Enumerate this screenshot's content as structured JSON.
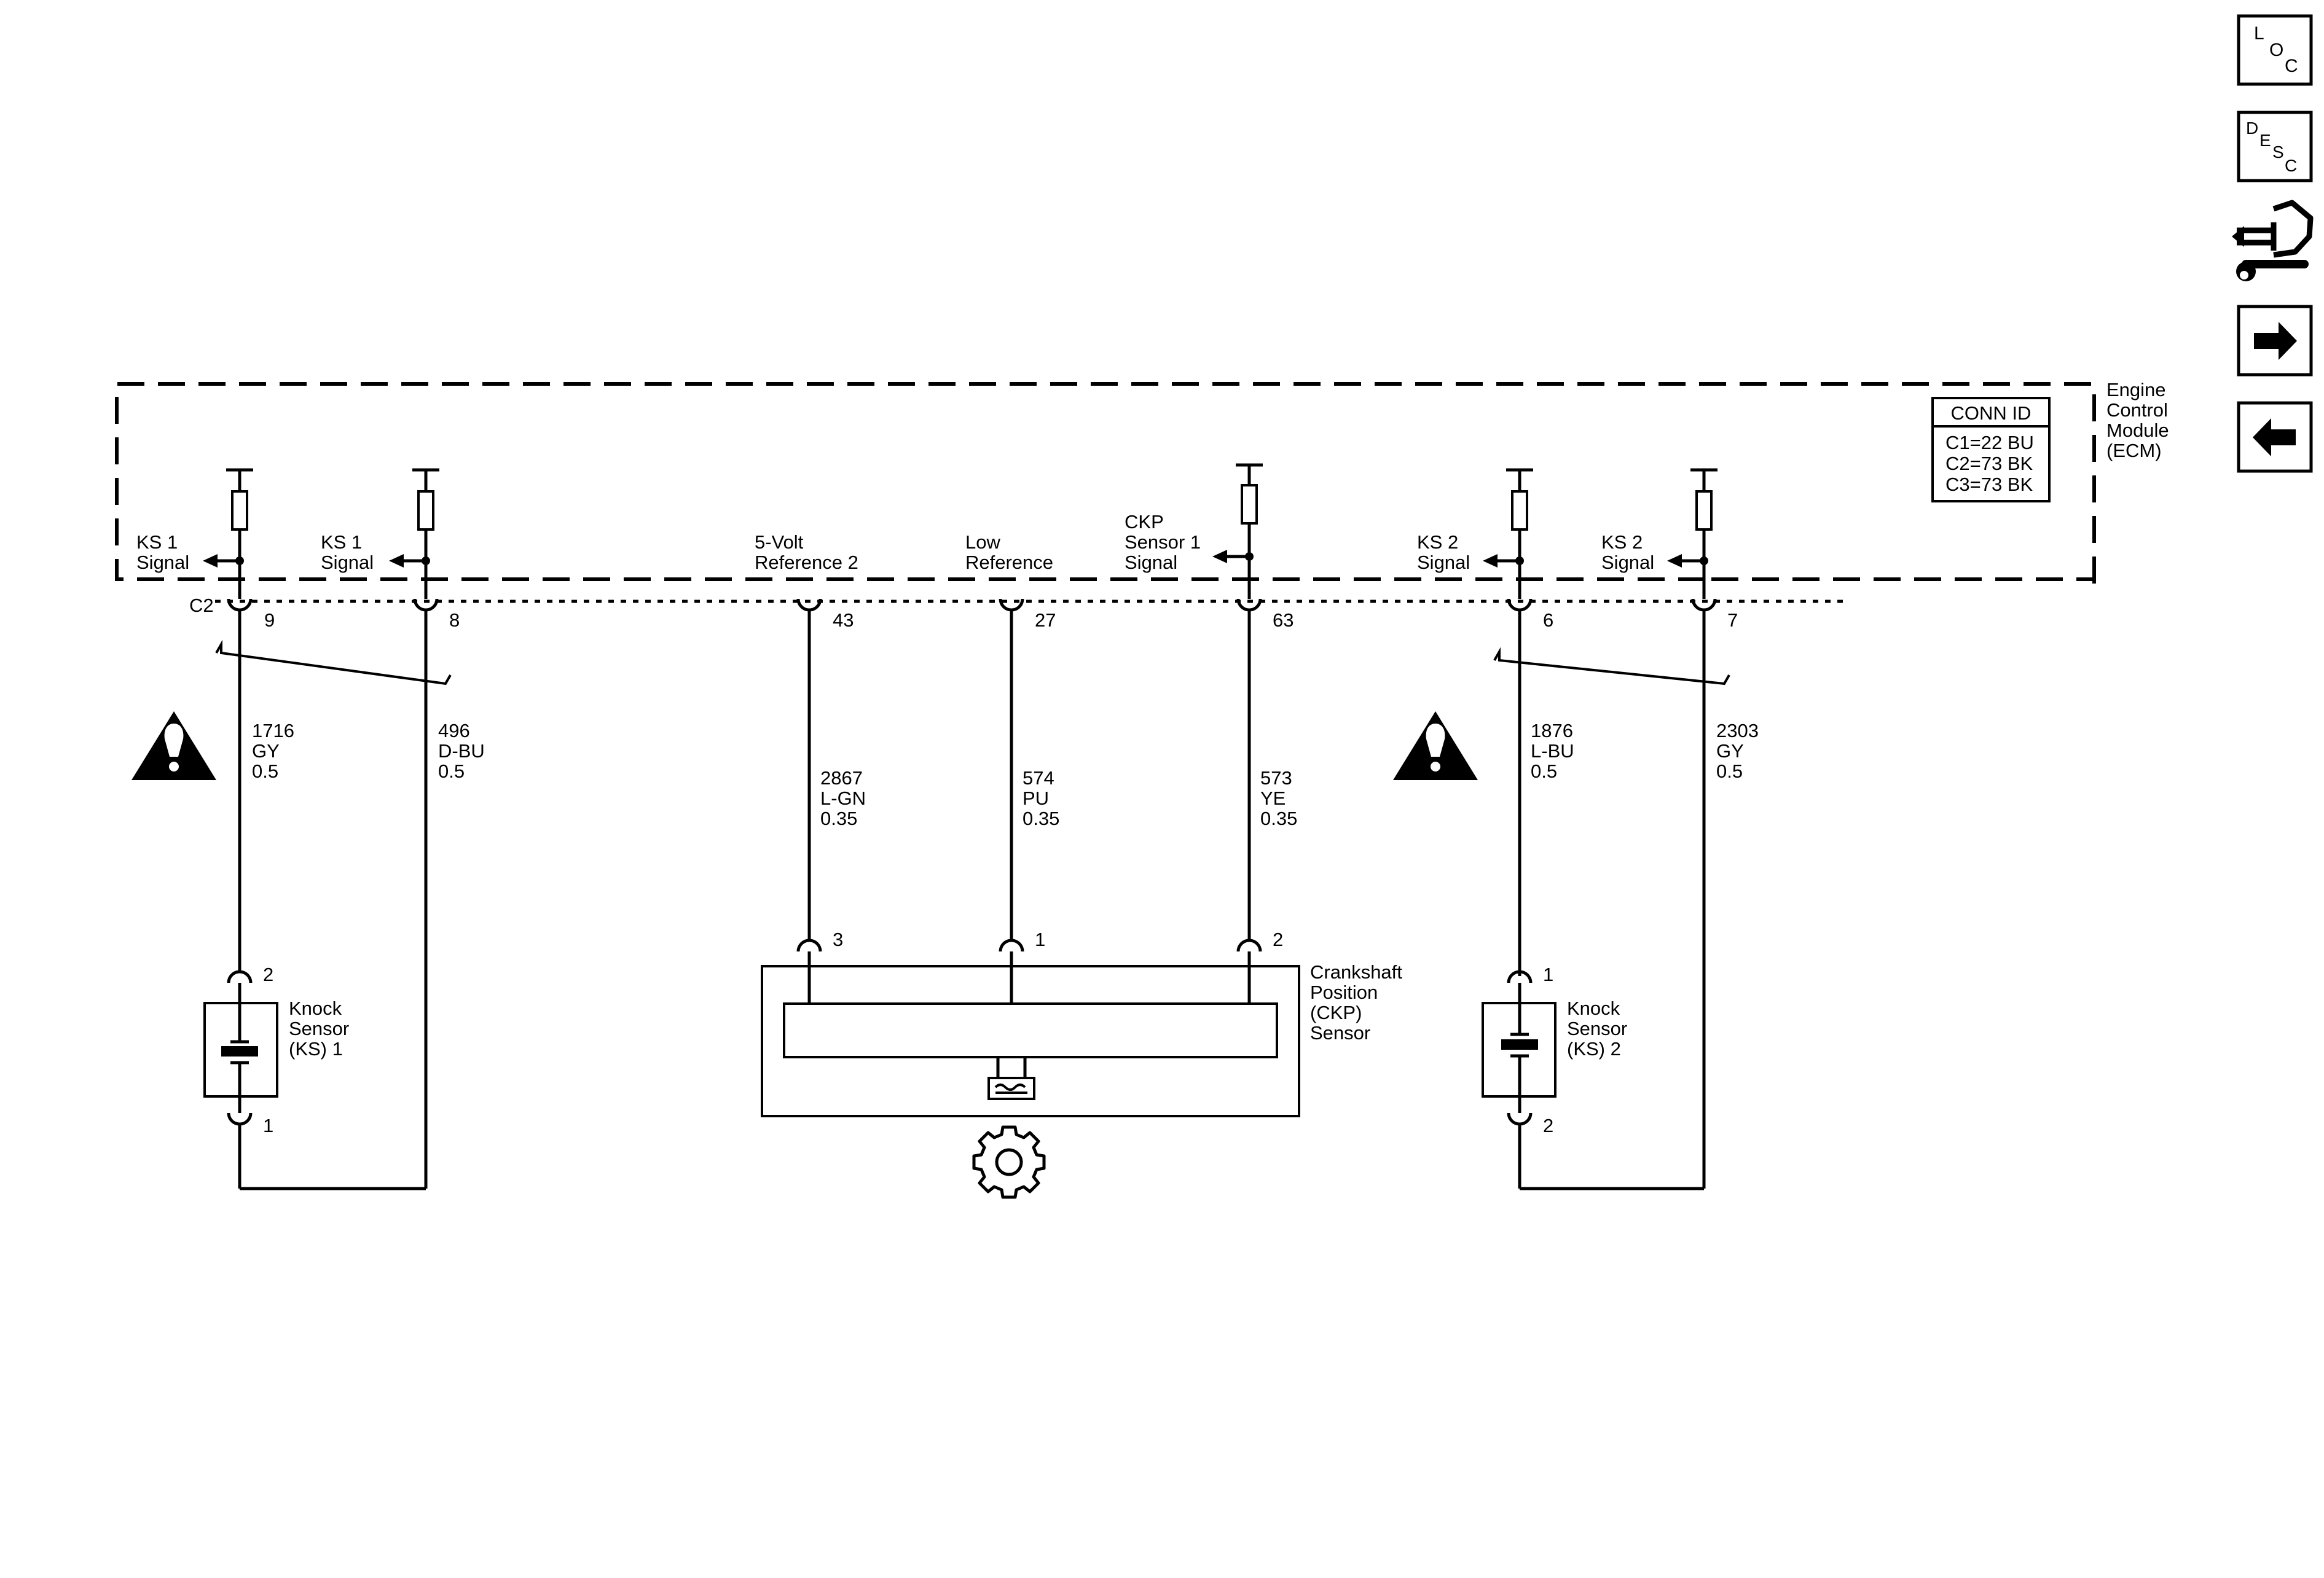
{
  "module": {
    "name_lines": [
      "Engine",
      "Control",
      "Module",
      "(ECM)"
    ],
    "conn_id": {
      "title": "CONN ID",
      "rows": [
        "C1=22 BU",
        "C2=73 BK",
        "C3=73 BK"
      ]
    },
    "connector": "C2"
  },
  "circuits": [
    {
      "signal": [
        "KS 1",
        "Signal"
      ],
      "pin": "9",
      "wire": [
        "1716",
        "GY",
        "0.5"
      ],
      "device_pin": "2"
    },
    {
      "signal": [
        "KS 1",
        "Signal"
      ],
      "pin": "8",
      "wire": [
        "496",
        "D-BU",
        "0.5"
      ]
    },
    {
      "signal": [
        "5-Volt",
        "Reference 2"
      ],
      "pin": "43",
      "wire": [
        "2867",
        "L-GN",
        "0.35"
      ],
      "device_pin": "3"
    },
    {
      "signal": [
        "Low",
        "Reference"
      ],
      "pin": "27",
      "wire": [
        "574",
        "PU",
        "0.35"
      ],
      "device_pin": "1"
    },
    {
      "signal": [
        "CKP",
        "Sensor 1",
        "Signal"
      ],
      "pin": "63",
      "wire": [
        "573",
        "YE",
        "0.35"
      ],
      "device_pin": "2"
    },
    {
      "signal": [
        "KS 2",
        "Signal"
      ],
      "pin": "6",
      "wire": [
        "1876",
        "L-BU",
        "0.5"
      ],
      "device_pin": "1"
    },
    {
      "signal": [
        "KS 2",
        "Signal"
      ],
      "pin": "7",
      "wire": [
        "2303",
        "GY",
        "0.5"
      ]
    }
  ],
  "devices": {
    "knock_sensor_1": {
      "name_lines": [
        "Knock",
        "Sensor",
        "(KS) 1"
      ],
      "bottom_pin": "1"
    },
    "ckp_sensor": {
      "name_lines": [
        "Crankshaft",
        "Position",
        "(CKP)",
        "Sensor"
      ]
    },
    "knock_sensor_2": {
      "name_lines": [
        "Knock",
        "Sensor",
        "(KS) 2"
      ],
      "bottom_pin": "2"
    }
  },
  "nav_buttons": [
    {
      "name": "loc-button",
      "letters": [
        "L",
        "O",
        "C"
      ]
    },
    {
      "name": "desc-button",
      "letters": [
        "D",
        "E",
        "S",
        "C"
      ]
    },
    {
      "name": "connector-repair-button",
      "icon": "connector-repair-icon"
    },
    {
      "name": "next-button",
      "icon": "arrow-right-icon"
    },
    {
      "name": "previous-button",
      "icon": "arrow-left-icon"
    }
  ],
  "icons": {
    "warning": "warning-triangle-icon",
    "gear": "gear-icon"
  }
}
